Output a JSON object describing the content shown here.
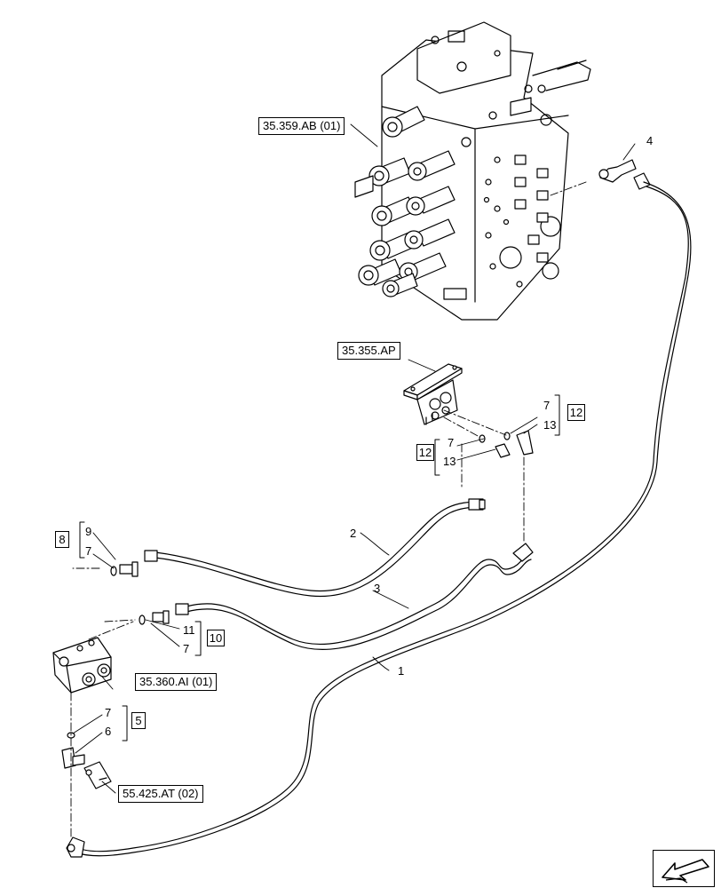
{
  "references": {
    "valve_ab": "35.359.AB (01)",
    "bracket_ap": "35.355.AP",
    "valve_ai": "35.360.AI (01)",
    "sensor_at": "55.425.AT (02)"
  },
  "kits": {
    "kit_12": "12",
    "kit_12b": "12",
    "kit_8": "8",
    "kit_10": "10",
    "kit_5": "5"
  },
  "callouts": {
    "hose_1": "1",
    "hose_2": "2",
    "hose_3": "3",
    "elbow_4": "4",
    "part_6": "6",
    "seal_7a": "7",
    "seal_7b": "7",
    "seal_7c": "7",
    "seal_7d": "7",
    "seal_7e": "7",
    "adapter_9": "9",
    "adapter_11": "11",
    "elbow_13a": "13",
    "elbow_13b": "13"
  },
  "navigation": {
    "icon": "arrow-down-left-icon"
  }
}
